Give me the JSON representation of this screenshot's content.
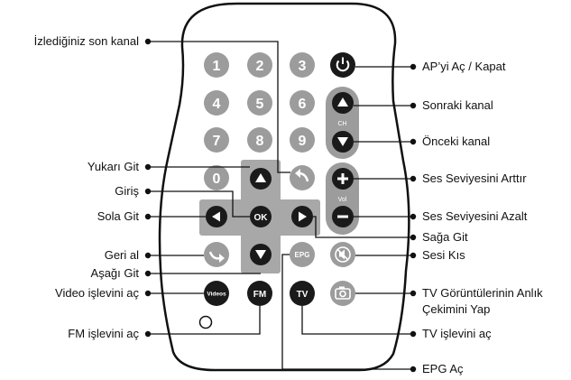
{
  "remote": {
    "digits": [
      "1",
      "2",
      "3",
      "4",
      "5",
      "6",
      "7",
      "8",
      "9",
      "0"
    ],
    "ok": "OK",
    "ch": "CH",
    "vol": "Vol",
    "epg": "EPG",
    "videos": "Videos",
    "fm": "FM",
    "tv": "TV"
  },
  "labels": {
    "last_channel": "İzlediğiniz son kanal",
    "power": "AP’yi Aç / Kapat",
    "next_channel": "Sonraki kanal",
    "prev_channel": "Önceki kanal",
    "up": "Yukarı Git",
    "enter": "Giriş",
    "left": "Sola Git",
    "vol_up": "Ses Seviyesini Arttır",
    "vol_down": "Ses Seviyesini Azalt",
    "right": "Sağa Git",
    "undo": "Geri al",
    "mute": "Sesi Kıs",
    "down": "Aşağı Git",
    "video": "Video işlevini aç",
    "snapshot_1": "TV Görüntülerinin Anlık",
    "snapshot_2": "Çekimini Yap",
    "fm": "FM işlevini aç",
    "tv": "TV işlevini aç",
    "epg": "EPG Aç"
  },
  "colors": {
    "dark": "#1a1a1a",
    "gray": "#9c9c9c",
    "cross": "#a8a8a8",
    "outline": "#111111"
  },
  "icons": [
    "power-icon",
    "up-arrow-icon",
    "down-arrow-icon",
    "left-arrow-icon",
    "right-arrow-icon",
    "plus-icon",
    "minus-icon",
    "return-icon",
    "undo-icon",
    "mute-icon",
    "camera-icon"
  ]
}
